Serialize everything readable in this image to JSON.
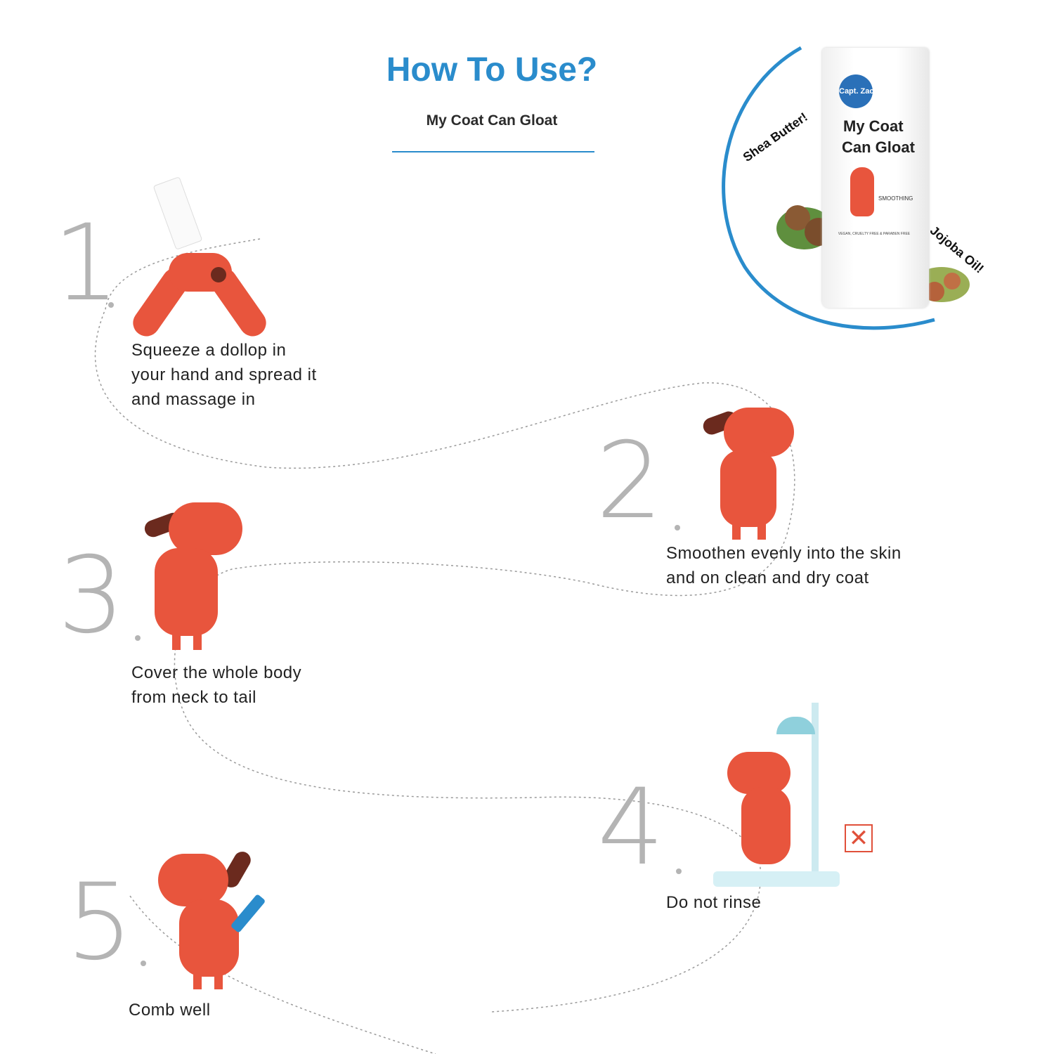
{
  "header": {
    "title": "How To Use?",
    "subtitle": "My Coat Can Gloat"
  },
  "product": {
    "brand": "Capt. Zack",
    "name_line1": "My Coat",
    "name_line2": "Can Gloat",
    "tagline": "SMOOTHING",
    "claim": "VEGAN, CRUELTY FREE & PARABEN FREE",
    "ingredient_1": "Shea Butter!",
    "ingredient_2": "Jojoba Oil!"
  },
  "steps": [
    {
      "number": "1",
      "text": [
        "Squeeze a dollop in",
        "your hand and spread it",
        "and massage in"
      ]
    },
    {
      "number": "2",
      "text": [
        "Smoothen evenly into the skin",
        "and on clean and dry coat"
      ]
    },
    {
      "number": "3",
      "text": [
        "Cover the whole body",
        "from neck to tail"
      ]
    },
    {
      "number": "4",
      "text": [
        "Do not rinse"
      ]
    },
    {
      "number": "5",
      "text": [
        "Comb well"
      ]
    }
  ],
  "colors": {
    "accent": "#2a8ccc",
    "dog": "#e8553d",
    "ear": "#6b2a1e",
    "number": "#b4b4b4",
    "cross": "#e0503a"
  }
}
